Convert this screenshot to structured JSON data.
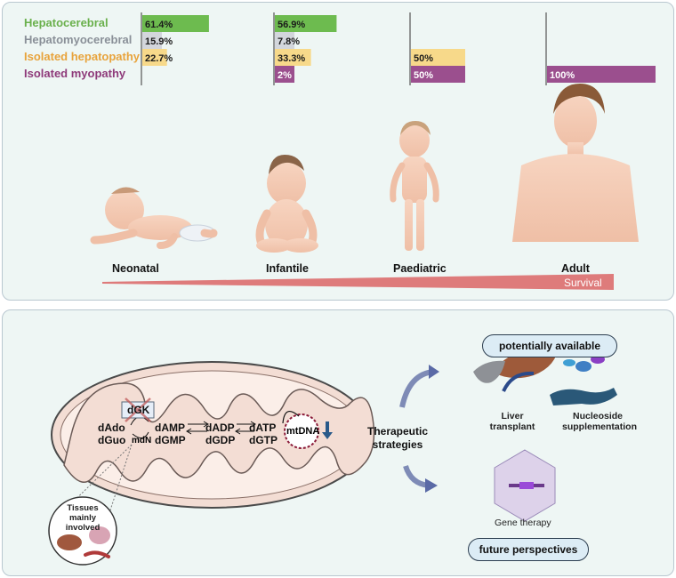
{
  "legend": [
    {
      "label": "Hepatocerebral",
      "color": "#6ab04c"
    },
    {
      "label": "Hepatomyocerebral",
      "color": "#8a9098"
    },
    {
      "label": "Isolated hepatopathy",
      "color": "#e8a33c"
    },
    {
      "label": "Isolated myopathy",
      "color": "#8e3a7a"
    }
  ],
  "bar_colors": {
    "hepatocerebral": "#6dbb4f",
    "hepatomyocerebral": "#d3d6dc",
    "isolated_hepatopathy": "#f7d98a",
    "isolated_myopathy": "#9b4f8e"
  },
  "chart_data": {
    "type": "bar",
    "categories": [
      "Neonatal",
      "Infantile",
      "Paediatric",
      "Adult"
    ],
    "series": [
      {
        "name": "Hepatocerebral",
        "values": [
          61.4,
          56.9,
          null,
          null
        ],
        "labels": [
          "61.4%",
          "56.9%",
          "",
          ""
        ]
      },
      {
        "name": "Hepatomyocerebral",
        "values": [
          15.9,
          7.8,
          null,
          null
        ],
        "labels": [
          "15.9%",
          "7.8%",
          "",
          ""
        ]
      },
      {
        "name": "Isolated hepatopathy",
        "values": [
          22.7,
          33.3,
          50,
          null
        ],
        "labels": [
          "22.7%",
          "33.3%",
          "50%",
          ""
        ]
      },
      {
        "name": "Isolated myopathy",
        "values": [
          null,
          2,
          50,
          100
        ],
        "labels": [
          "",
          "2%",
          "50%",
          "100%"
        ]
      }
    ]
  },
  "stages": [
    "Neonatal",
    "Infantile",
    "Paediatric",
    "Adult"
  ],
  "survival_label": "Survival",
  "mito": {
    "dgk": "dGK",
    "dado": "dAdo",
    "dguo": "dGuo",
    "mdn": "mdN",
    "damp": "dAMP",
    "dgmp": "dGMP",
    "dadp": "dADP",
    "dgdp": "dGDP",
    "datp": "dATP",
    "dgtp": "dGTP",
    "mtdna": "mtDNA",
    "tissues": "Tissues mainly involved"
  },
  "therapy": {
    "title": "Therapeutic strategies",
    "available": "potentially available",
    "liver": "Liver transplant",
    "nucleoside": "Nucleoside supplementation",
    "gene": "Gene therapy",
    "future": "future perspectives"
  }
}
